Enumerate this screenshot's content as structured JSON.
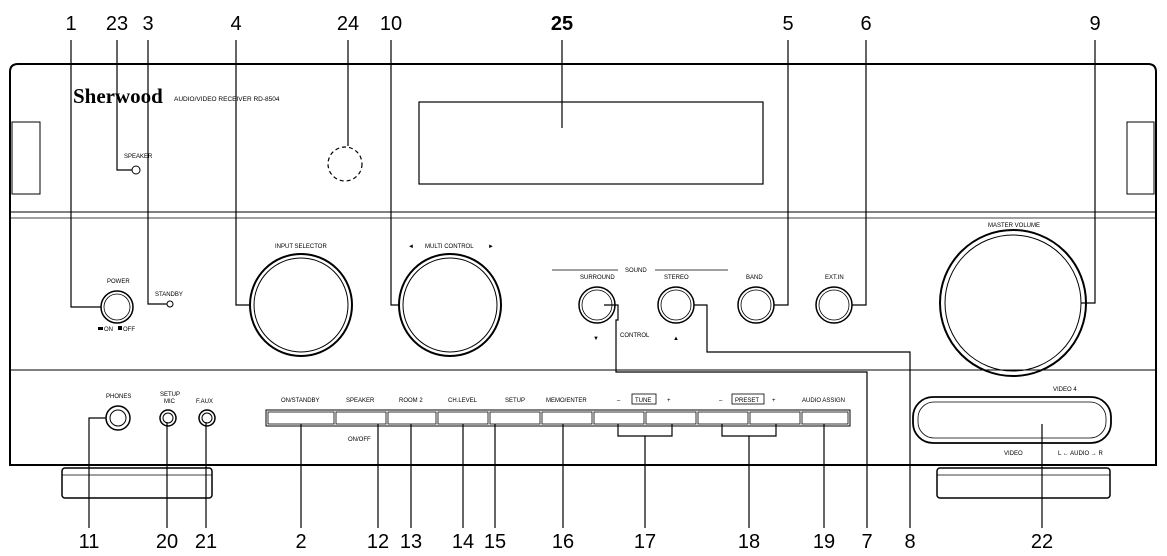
{
  "brand": "Sherwood",
  "model": "AUDIO/VIDEO RECEIVER RD-8504",
  "callouts_top": [
    "1",
    "23",
    "3",
    "4",
    "24",
    "10",
    "25",
    "5",
    "6",
    "9"
  ],
  "callouts_bottom": [
    "11",
    "20",
    "21",
    "2",
    "12",
    "13",
    "14",
    "15",
    "16",
    "17",
    "18",
    "19",
    "7",
    "8",
    "22"
  ],
  "panel_labels": {
    "speaker_led": "SPEAKER",
    "standby_led": "STANDBY",
    "power": "POWER",
    "power_on": "ON",
    "power_off": "OFF",
    "input_selector": "INPUT SELECTOR",
    "multi_control": "MULTI CONTROL",
    "sound": "SOUND",
    "surround": "SURROUND",
    "stereo": "STEREO",
    "control": "CONTROL",
    "band": "BAND",
    "ext_in": "EXT.IN",
    "master_volume": "MASTER VOLUME",
    "phones": "PHONES",
    "setup_mic_1": "SETUP",
    "setup_mic_2": "MIC",
    "f_aux": "F.AUX",
    "on_standby": "ON/STANDBY",
    "speaker": "SPEAKER",
    "on_off": "ON/OFF",
    "room2": "ROOM 2",
    "ch_level": "CH.LEVEL",
    "setup": "SETUP",
    "memo_enter": "MEMO/ENTER",
    "tune": "TUNE",
    "preset": "PRESET",
    "minus": "–",
    "plus": "+",
    "audio_assign": "AUDIO ASSIGN",
    "video4": "VIDEO 4",
    "video": "VIDEO",
    "audio_lr": "L ← AUDIO → R"
  }
}
